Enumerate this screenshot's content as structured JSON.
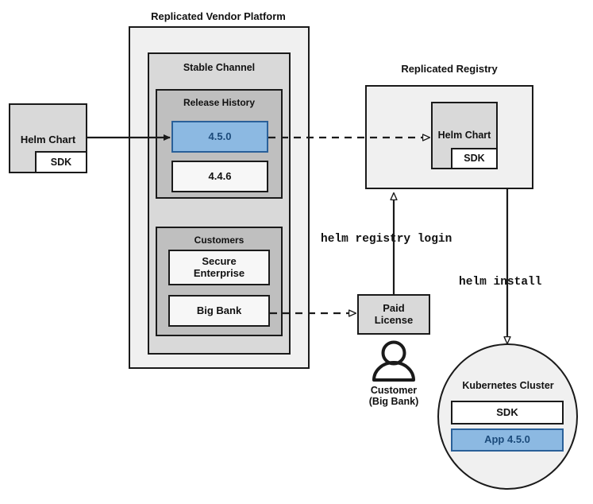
{
  "diagram": {
    "title_vendor_platform": "Replicated Vendor Platform",
    "title_registry": "Replicated Registry",
    "group_stable_channel": "Stable Channel",
    "group_release_history": "Release History",
    "group_customers": "Customers",
    "group_kubernetes_cluster": "Kubernetes Cluster"
  },
  "nodes": {
    "source_helm_chart": "Helm Chart",
    "source_sdk": "SDK",
    "release_current": "4.5.0",
    "release_previous": "4.4.6",
    "customer_secure_enterprise": "Secure\nEnterprise",
    "customer_big_bank": "Big Bank",
    "registry_helm_chart": "Helm Chart",
    "registry_sdk": "SDK",
    "paid_license": "Paid\nLicense",
    "customer_person": "Customer\n(Big Bank)",
    "cluster_sdk": "SDK",
    "cluster_app": "App 4.5.0"
  },
  "commands": {
    "registry_login": "helm registry login",
    "helm_install": "helm install"
  },
  "colors": {
    "accent_blue_fill": "#8cb9e2",
    "accent_blue_border": "#2a6099",
    "accent_blue_text": "#1b4a7a",
    "platform_fill": "#f0f0f0",
    "channel_fill": "#d9d9d9",
    "inner_fill": "#bfbfbf",
    "stroke": "#1a1a1a"
  }
}
